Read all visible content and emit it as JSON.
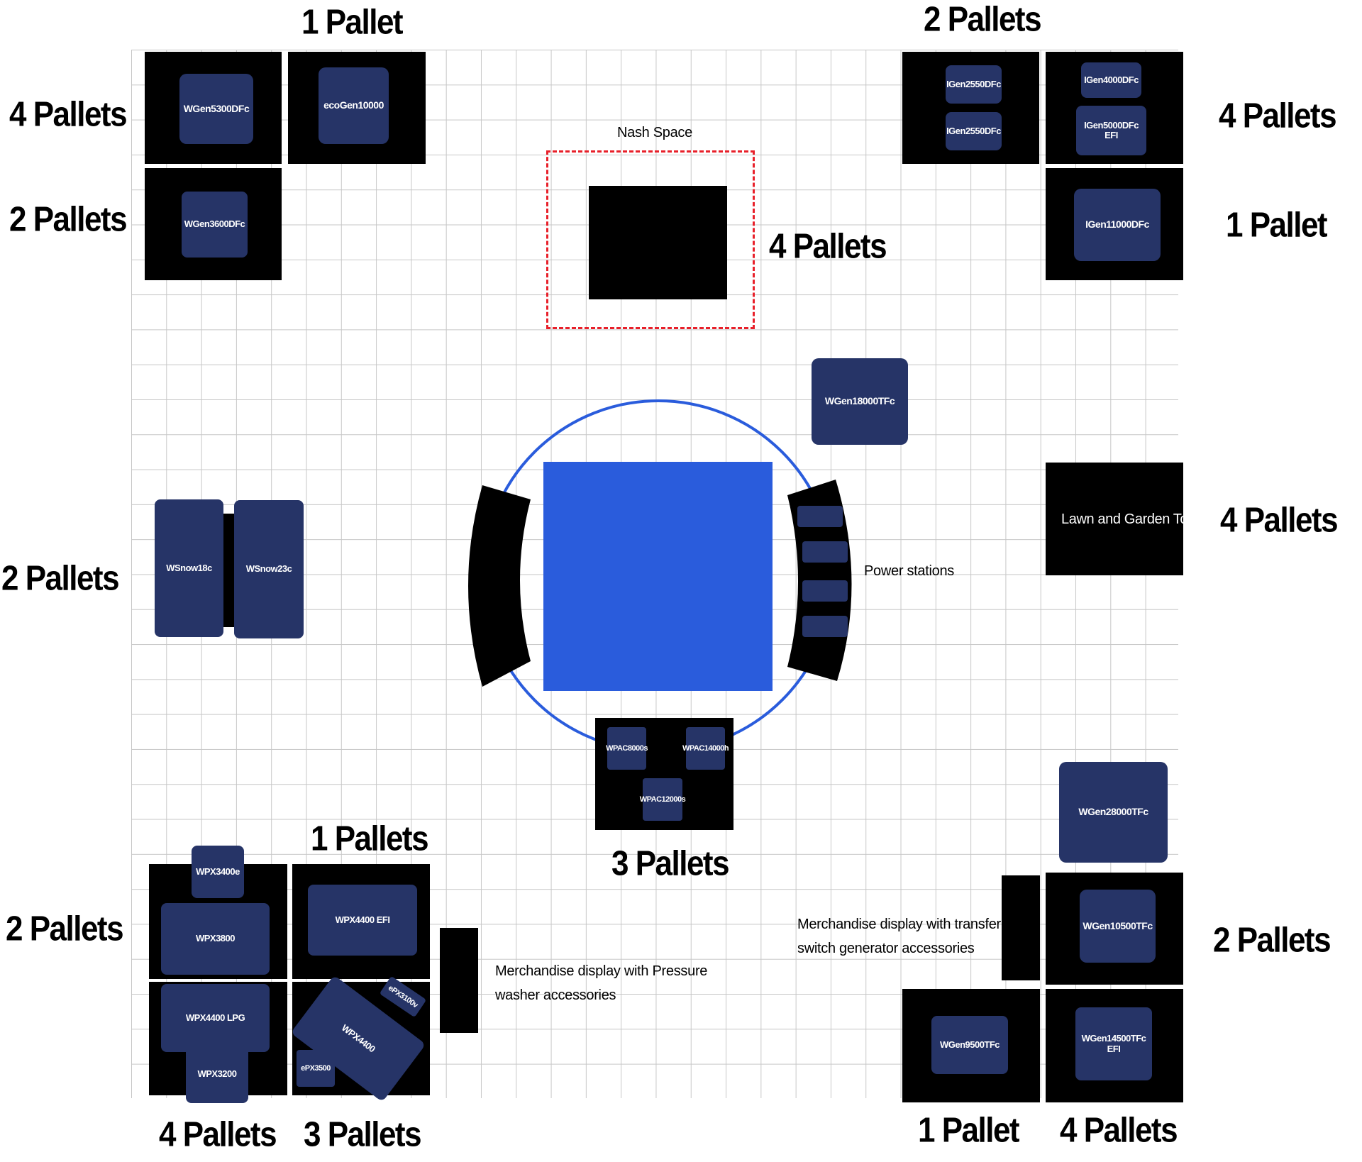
{
  "colors": {
    "pallet": "#000000",
    "unit": "#263467",
    "center_display": "#2a5cdc",
    "circle": "#2a5cdc",
    "nash_border": "#e8202a",
    "grid": "#c7c7c7"
  },
  "labels": {
    "top_left_1": "1 Pallet",
    "top_right_2": "2 Pallets",
    "left_4": "4 Pallets",
    "left_2": "2 Pallets",
    "right_4_top": "4 Pallets",
    "right_1": "1 Pallet",
    "nash_pallets": "4 Pallets",
    "right_4_mid": "4 Pallets",
    "left_mid_2": "2 Pallets",
    "bottom_1": "1 Pallets",
    "center_3": "3 Pallets",
    "left_bottom_2": "2 Pallets",
    "right_bottom_2": "2 Pallets",
    "bottom_4": "4 Pallets",
    "bottom_3": "3 Pallets",
    "bottom_right_1": "1 Pallet",
    "bottom_right_4": "4 Pallets"
  },
  "notes": {
    "nash_space": "Nash Space",
    "power_stations": "Power stations",
    "lawn_garden": "Lawn and Garden Tools",
    "pressure_line1": "Merchandise display with Pressure",
    "pressure_line2": "washer accessories",
    "transfer_line1": "Merchandise display with transfer",
    "transfer_line2": "switch generator accessories"
  },
  "units": {
    "wgen5300": "WGen5300DFc",
    "ecogen": "ecoGen10000",
    "wgen3600": "WGen3600DFc",
    "igen2550_a": "IGen2550DFc",
    "igen2550_b": "IGen2550DFc",
    "igen4000": "IGen4000DFc",
    "igen5000": "IGen5000DFc EFI",
    "igen11000": "IGen11000DFc",
    "wgen18000": "WGen18000TFc",
    "wsnow18": "WSnow18c",
    "wsnow23": "WSnow23c",
    "wpac8000": "WPAC8000s",
    "wpac14000": "WPAC14000h",
    "wpac12000": "WPAC12000s",
    "wgen28000": "WGen28000TFc",
    "wpx3400": "WPX3400e",
    "wpx3800": "WPX3800",
    "wpx4400efi": "WPX4400 EFI",
    "wpx4400lpg": "WPX4400 LPG",
    "wpx3200": "WPX3200",
    "wpx4400": "WPX4400",
    "epx3100": "ePX3100v",
    "epx3500": "ePX3500",
    "wgen10500": "WGen10500TFc",
    "wgen9500": "WGen9500TFc",
    "wgen14500": "WGen14500TFc EFI"
  }
}
